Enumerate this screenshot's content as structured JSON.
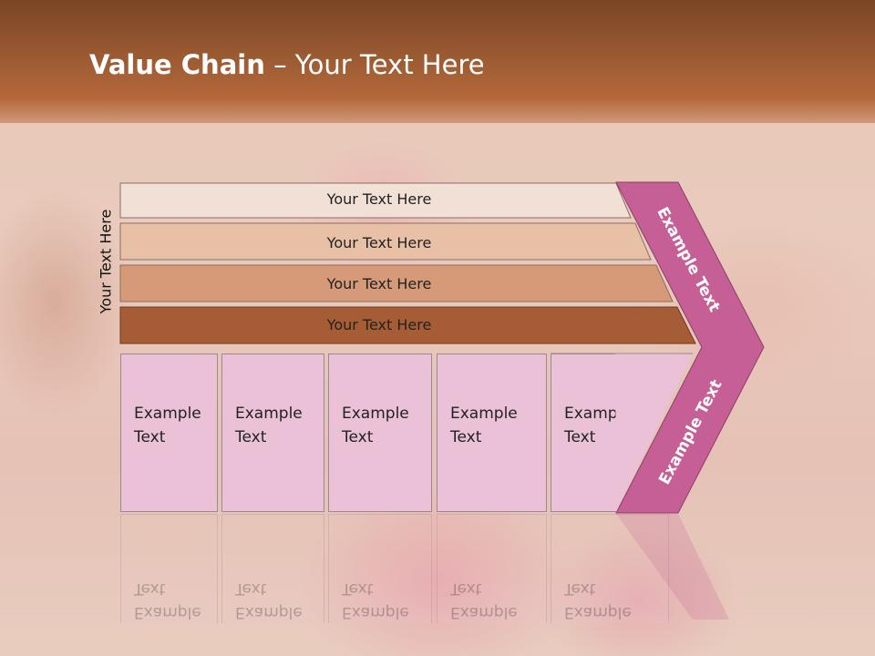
{
  "slide": {
    "title_bold": "Value Chain",
    "title_rest": " – Your Text Here",
    "side_label": "Your Text Here"
  },
  "rows": [
    {
      "label": "Your Text Here",
      "color": "#f1e0d6"
    },
    {
      "label": "Your Text Here",
      "color": "#e8c0a6"
    },
    {
      "label": "Your Text Here",
      "color": "#d69a78"
    },
    {
      "label": "Your Text Here",
      "color": "#a65d35"
    }
  ],
  "cells": [
    {
      "label": "Example\nText"
    },
    {
      "label": "Example\nText"
    },
    {
      "label": "Example\nText"
    },
    {
      "label": "Example\nText"
    },
    {
      "label": "Example\nText"
    }
  ],
  "chevron": {
    "top_label": "Example Text",
    "bottom_label": "Example Text",
    "color": "#c65f96"
  },
  "colors": {
    "cell_fill": "#ebc1d8",
    "header": "#9a5a32"
  }
}
